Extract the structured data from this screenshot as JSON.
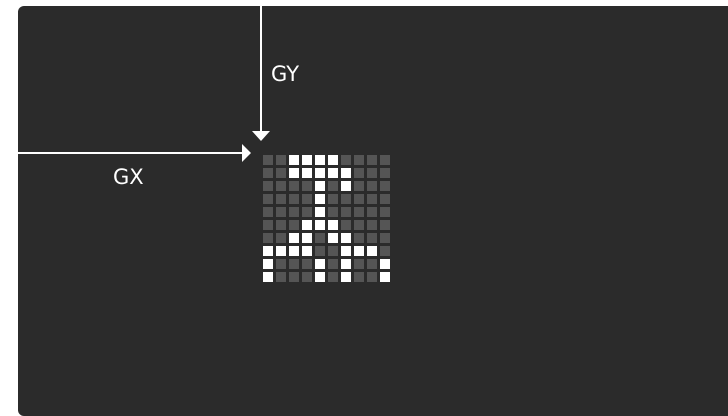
{
  "labels": {
    "gy": "GY",
    "gx": "GX"
  },
  "colors": {
    "background": "#2b2b2b",
    "arrow": "#ffffff",
    "pixel_on": "#ffffff",
    "pixel_off": "#555555"
  },
  "sprite": {
    "rows": [
      "0011110000",
      "0011111000",
      "0000101000",
      "0000100000",
      "0000100000",
      "0001110000",
      "0011011000",
      "1111001110",
      "1000101001",
      "1000101001"
    ]
  }
}
